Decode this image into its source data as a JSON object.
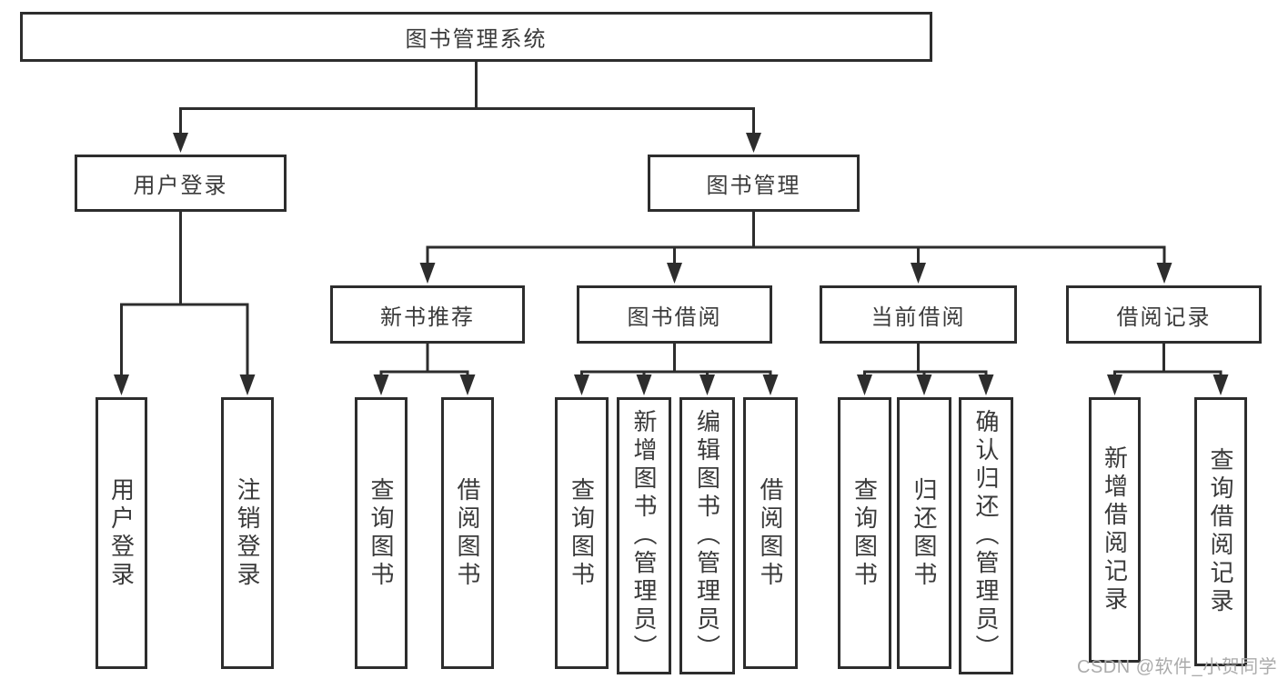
{
  "nodes": {
    "root": "图书管理系统",
    "level2": {
      "user_login": "用户登录",
      "book_management": "图书管理"
    },
    "level3": {
      "new_book_recommend": "新书推荐",
      "book_borrow": "图书借阅",
      "current_borrow": "当前借阅",
      "borrow_records": "借阅记录"
    },
    "leaves": {
      "user_login_login": "用户登录",
      "user_login_logout": "注销登录",
      "recommend_query_book": "查询图书",
      "recommend_borrow_book": "借阅图书",
      "borrow_query_book": "查询图书",
      "borrow_add_book": "新增图书（管理员）",
      "borrow_edit_book": "编辑图书（管理员）",
      "borrow_borrow_book": "借阅图书",
      "current_query_book": "查询图书",
      "current_return_book": "归还图书",
      "current_confirm_return": "确认归还（管理员）",
      "records_add_record": "新增借阅记录",
      "records_query_record": "查询借阅记录"
    }
  },
  "watermark": "CSDN @软件_小贺同学",
  "colors": {
    "line": "#2d2d2d",
    "text": "#3a3a3a",
    "watermark": "#ababab",
    "background": "#ffffff"
  }
}
